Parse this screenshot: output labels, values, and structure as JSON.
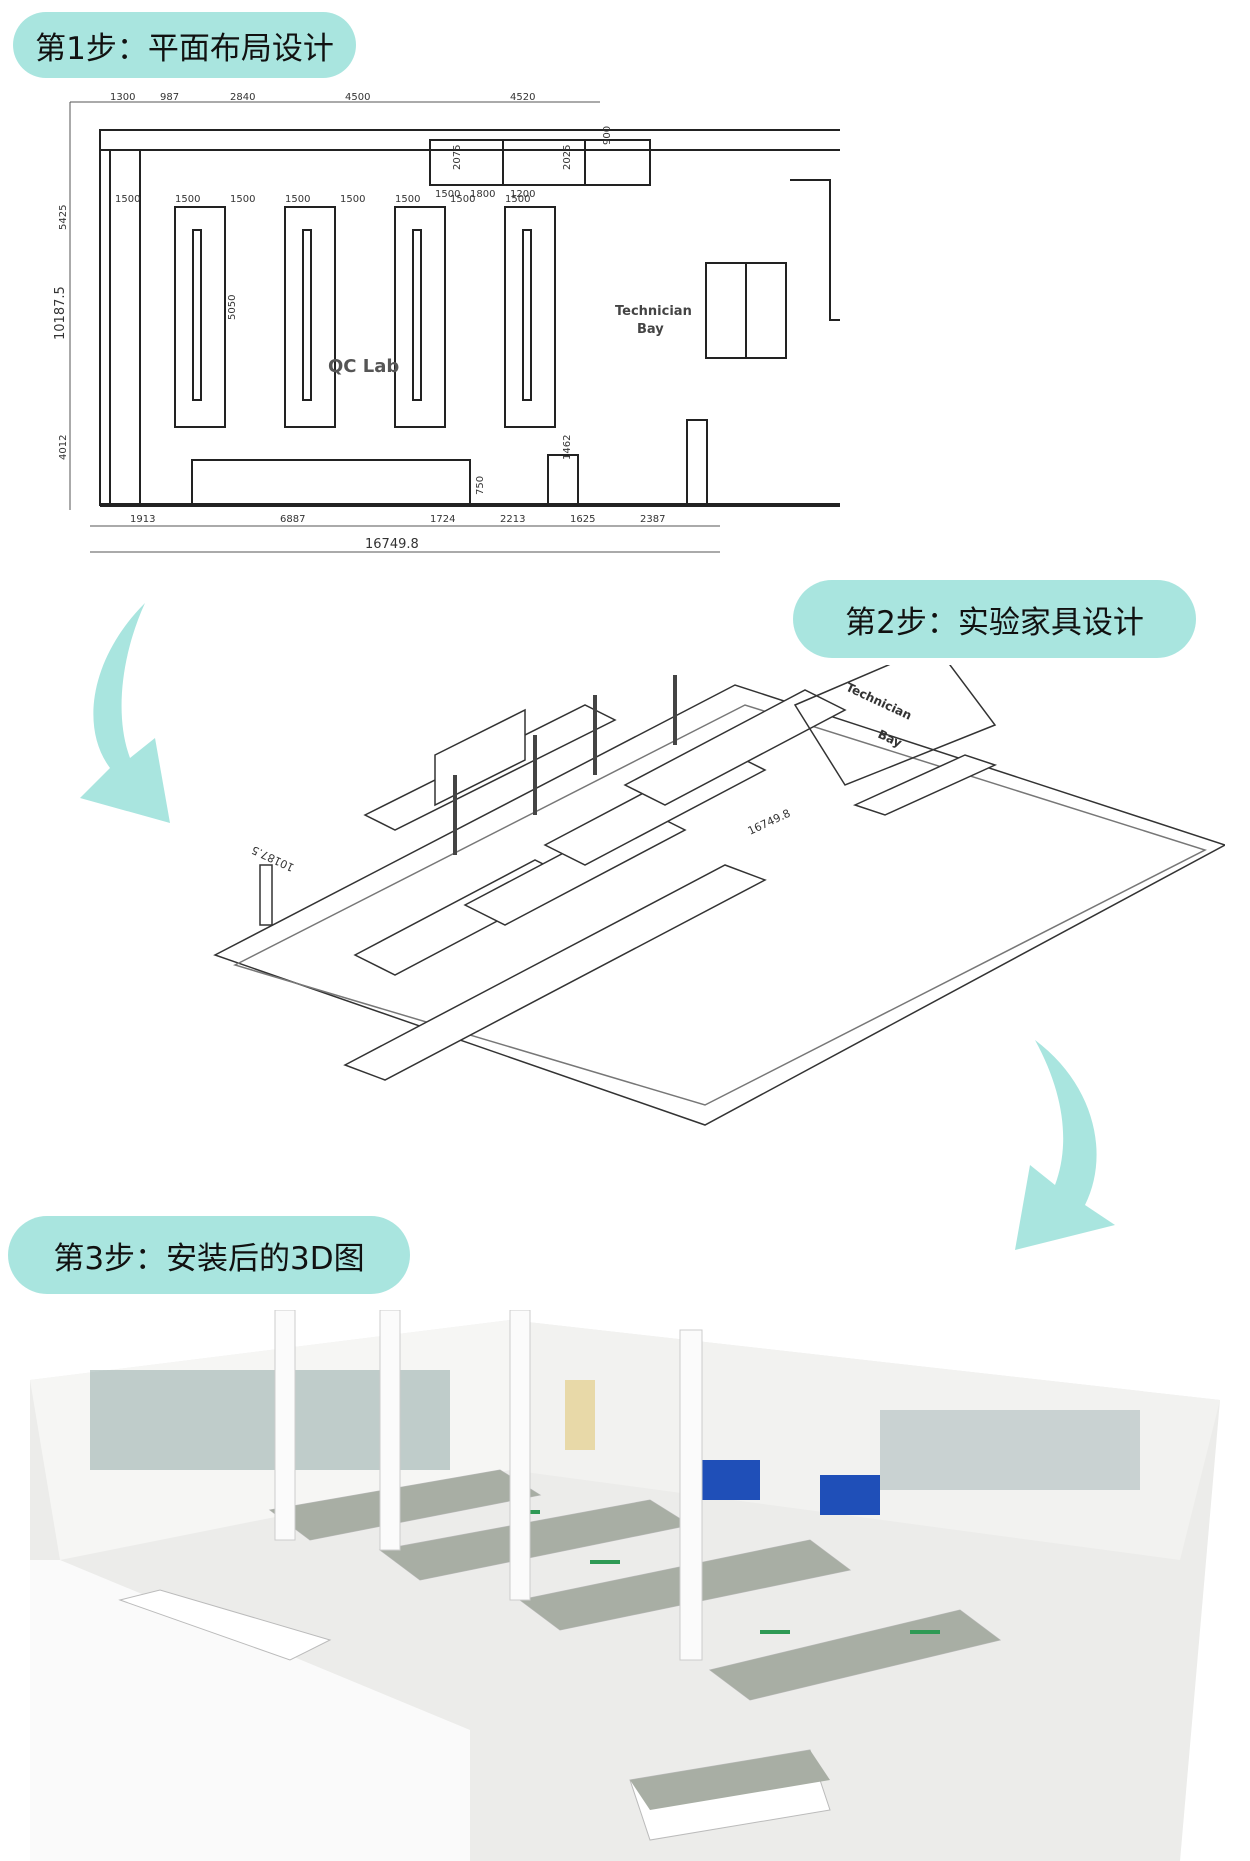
{
  "steps": [
    {
      "label": "第1步：平面布局设计"
    },
    {
      "label": "第2步：实验家具设计"
    },
    {
      "label": "第3步：安装后的3D图"
    }
  ],
  "floor_plan": {
    "room_label": "QC Lab",
    "bay_label_1": "Technician",
    "bay_label_2": "Bay",
    "total_width": "16749.8",
    "total_height": "10187.5",
    "top_dims": [
      "1300",
      "987",
      "2840",
      "4500",
      "4520"
    ],
    "hood_dims": [
      "1500",
      "1800",
      "1200"
    ],
    "bench_gap_dims": [
      "1500",
      "1500",
      "1500",
      "1500",
      "1500",
      "1500",
      "1500",
      "1500"
    ],
    "bench_length": "5050",
    "bottom_dims": [
      "1913",
      "6887",
      "1724",
      "2213",
      "1625",
      "2387"
    ],
    "side_dims": [
      "5425",
      "4012"
    ],
    "vertical_dims": [
      "2075",
      "2025",
      "1462",
      "900",
      "750"
    ]
  },
  "iso": {
    "bay_label_1": "Technician",
    "bay_label_2": "Bay",
    "total_width": "16749.8",
    "total_height": "10187.5"
  },
  "colors": {
    "pill": "#a9e5df",
    "arrow": "#a9e5df",
    "cabinet_blue": "#1f4fb8",
    "drawer_green": "#2f9a55"
  }
}
